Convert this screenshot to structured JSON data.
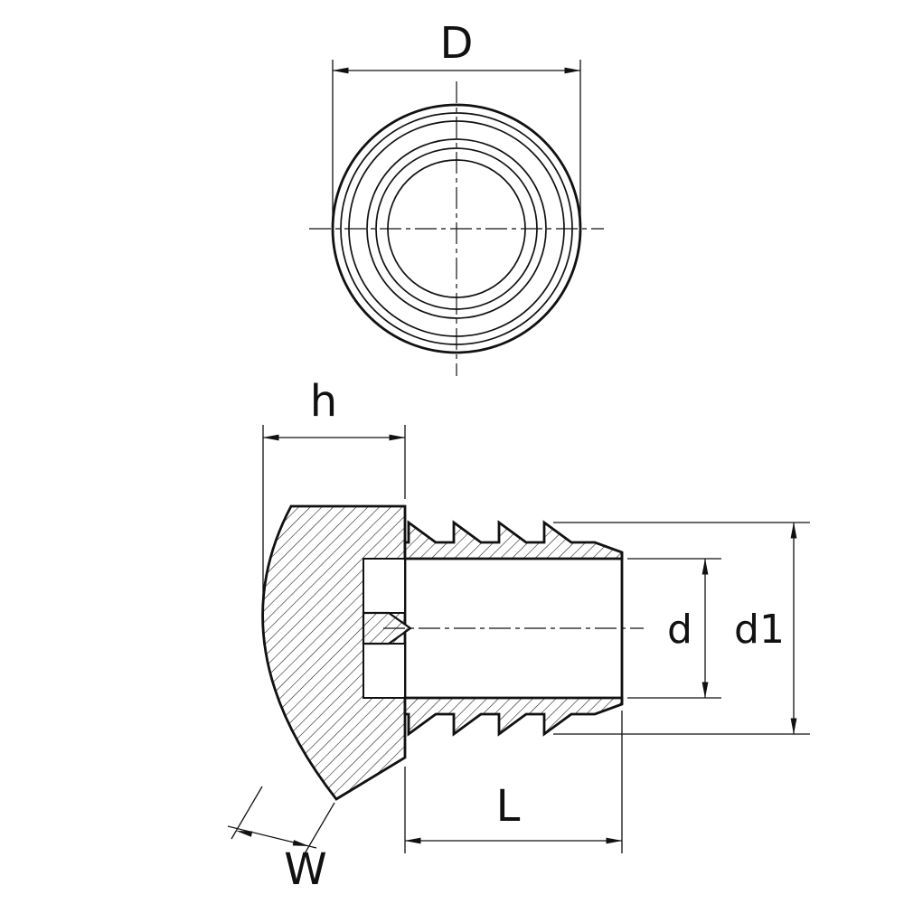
{
  "drawing": {
    "type": "technical-dimension-drawing",
    "part": "round tube insert plug, front view and sectioned side view",
    "labels": {
      "D": "D",
      "h": "h",
      "d": "d",
      "d1": "d1",
      "L": "L",
      "W": "W"
    },
    "colors": {
      "line": "#111111",
      "background": "#ffffff"
    }
  }
}
